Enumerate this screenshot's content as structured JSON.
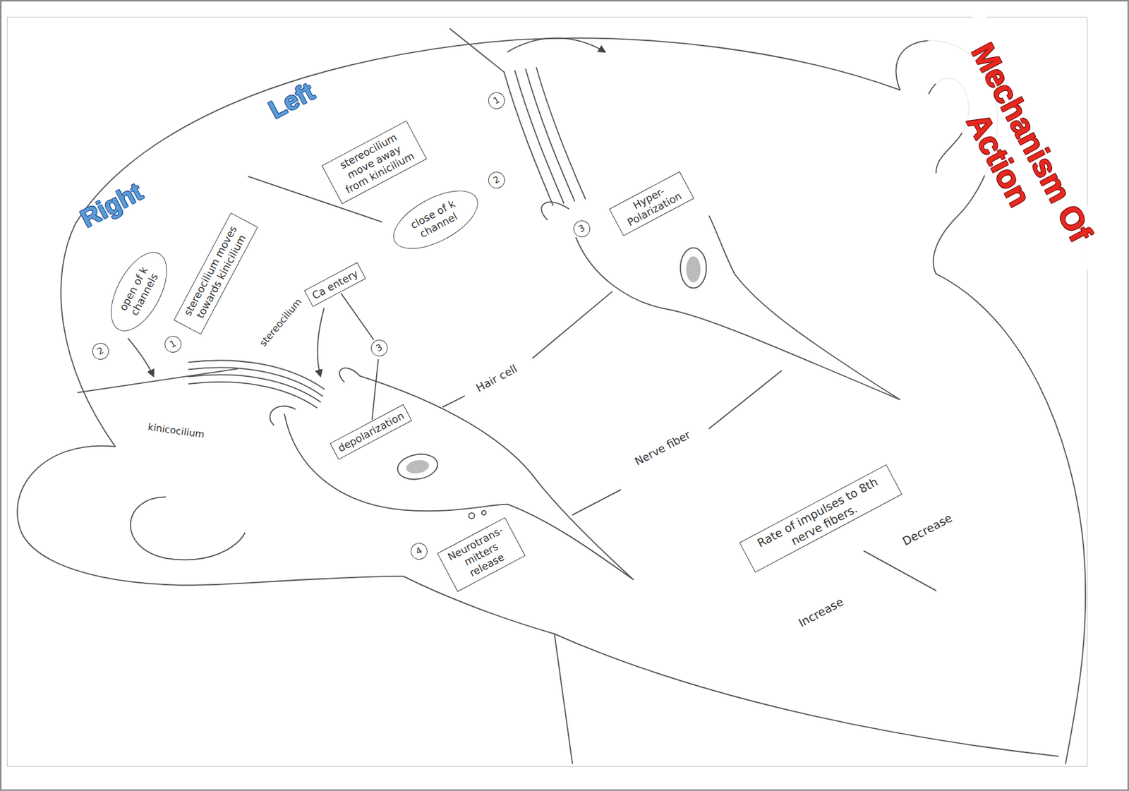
{
  "diagram": {
    "title": "Mechanism Of Action",
    "nodes": [
      {
        "text": [
          "stereocilium move away from kinicilium"
        ]
      },
      {
        "text": [
          "1"
        ]
      },
      {
        "text": [
          "2"
        ]
      },
      {
        "text": [
          "close of k channel"
        ]
      },
      {
        "text": [
          "3"
        ]
      },
      {
        "text": [
          "Hyper- Polarization"
        ]
      },
      {
        "text": [
          "1"
        ]
      },
      {
        "text": [
          "stereocilium moves towards kinicilium"
        ]
      },
      {
        "text": [
          "2"
        ]
      },
      {
        "text": [
          "open of k channels"
        ]
      },
      {
        "text": [
          "Ca entery"
        ]
      },
      {
        "text": [
          "3"
        ]
      },
      {
        "text": [
          "depolarization"
        ]
      },
      {
        "text": [
          "4"
        ]
      },
      {
        "text": [
          "Neurotrans- mitters release"
        ]
      },
      {
        "text": [
          "Rate of impulses to 8th nerve fibers."
        ]
      }
    ],
    "edges": [
      {
        "from": 11,
        "to": 10,
        "arrow": "none"
      },
      {
        "from": 11,
        "to": 12,
        "arrow": "none"
      }
    ],
    "labels": [
      "Right",
      "Left",
      "stereocilium",
      "kinicocilium",
      "Hair cell",
      "Nerve fiber",
      "Increase",
      "Decrease"
    ]
  }
}
